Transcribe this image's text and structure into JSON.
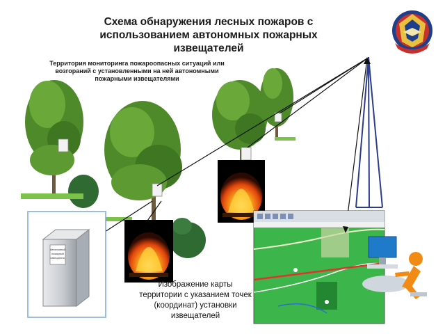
{
  "title": "Схема обнаружения лесных пожаров с использованием автономных пожарных извещателей",
  "territory_caption": "Территория мониторинга пожароопасных ситуаций  или возгораний  с установленными на ней  автономными пожарными извещателями",
  "map_caption": "Изображение карты территории с указанием точек (координат) установки извещателей",
  "detector_label": "Автономный пожарный извещатель"
}
